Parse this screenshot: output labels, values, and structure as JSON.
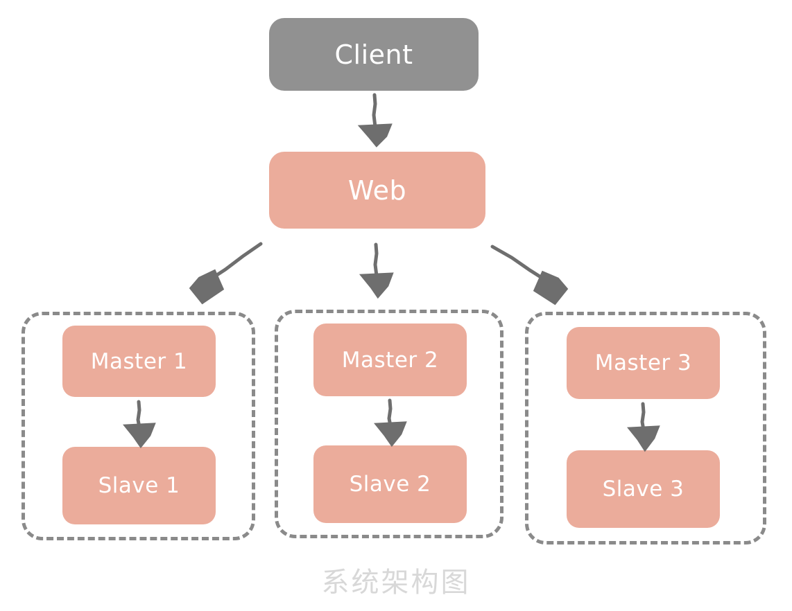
{
  "diagram": {
    "caption": "系统架构图",
    "colors": {
      "client_fill": "#919191",
      "node_fill": "#EBAC9B",
      "group_border": "#8a8a8a",
      "arrow": "#6e6e6e",
      "node_text": "#ffffff",
      "caption_text": "#d8d8d8",
      "background": "#ffffff"
    },
    "nodes": {
      "client": "Client",
      "web": "Web"
    },
    "groups": [
      {
        "master": "Master 1",
        "slave": "Slave 1"
      },
      {
        "master": "Master 2",
        "slave": "Slave 2"
      },
      {
        "master": "Master 3",
        "slave": "Slave 3"
      }
    ],
    "edges": [
      {
        "from": "Client",
        "to": "Web"
      },
      {
        "from": "Web",
        "to": "Master 1"
      },
      {
        "from": "Web",
        "to": "Master 2"
      },
      {
        "from": "Web",
        "to": "Master 3"
      },
      {
        "from": "Master 1",
        "to": "Slave 1"
      },
      {
        "from": "Master 2",
        "to": "Slave 2"
      },
      {
        "from": "Master 3",
        "to": "Slave 3"
      }
    ]
  }
}
